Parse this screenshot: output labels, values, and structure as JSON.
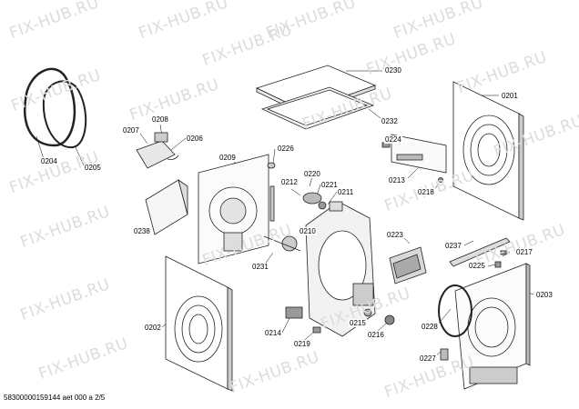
{
  "watermark": "FIX-HUB.RU",
  "footer": "58300000159144 aet 000 a 2/5",
  "labels": {
    "l0230": "0230",
    "l0201": "0201",
    "l0232": "0232",
    "l0224": "0224",
    "l0213": "0213",
    "l0218": "0218",
    "l0207": "0207",
    "l0208": "0208",
    "l0206": "0206",
    "l0204": "0204",
    "l0205": "0205",
    "l0209": "0209",
    "l0226": "0226",
    "l0220": "0220",
    "l0221": "0221",
    "l0212": "0212",
    "l0211": "0211",
    "l0238": "0238",
    "l0210": "0210",
    "l0223": "0223",
    "l0231": "0231",
    "l0237": "0237",
    "l0217": "0217",
    "l0225": "0225",
    "l0203": "0203",
    "l0202": "0202",
    "l0214": "0214",
    "l0215": "0215",
    "l0228": "0228",
    "l0216": "0216",
    "l0219": "0219",
    "l0227": "0227"
  }
}
